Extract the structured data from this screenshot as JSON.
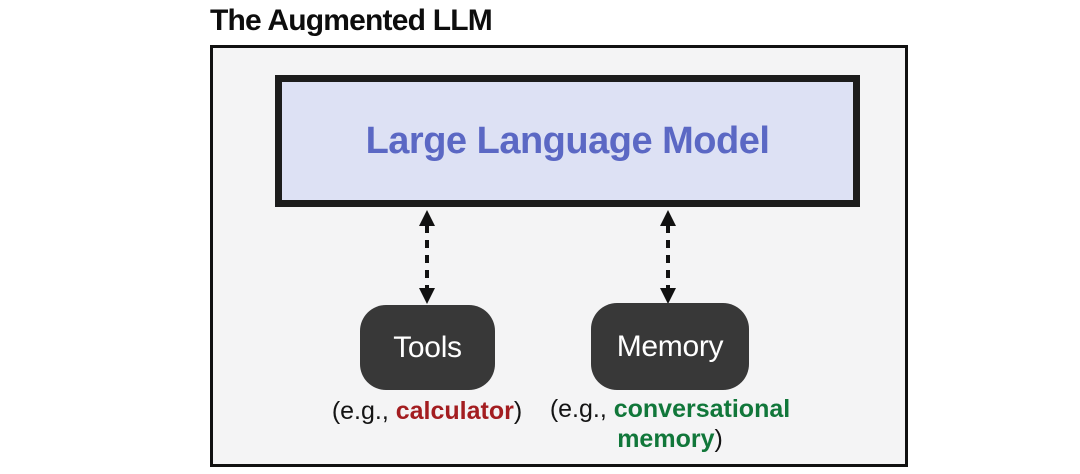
{
  "title": "The Augmented LLM",
  "llm_box": {
    "label": "Large Language Model"
  },
  "nodes": [
    {
      "id": "tools",
      "label": "Tools",
      "caption": {
        "prefix": "(e.g., ",
        "highlight": "calculator",
        "suffix": ")"
      }
    },
    {
      "id": "memory",
      "label": "Memory",
      "caption": {
        "prefix": "(e.g., ",
        "highlight": "conversational memory",
        "suffix": ")"
      }
    }
  ],
  "icons": [
    "double-headed-dashed-arrow-icon",
    "double-headed-dashed-arrow-icon"
  ],
  "colors": {
    "title_text": "#0d0d0d",
    "outer_background": "#f4f4f5",
    "outer_border": "#111111",
    "llm_background": "#dde1f4",
    "llm_border": "#1c1c1c",
    "llm_text": "#5b68c4",
    "node_background": "#383838",
    "node_text": "#ffffff",
    "arrow": "#111111",
    "highlight_red": "#a31d20",
    "highlight_green": "#11773a"
  }
}
